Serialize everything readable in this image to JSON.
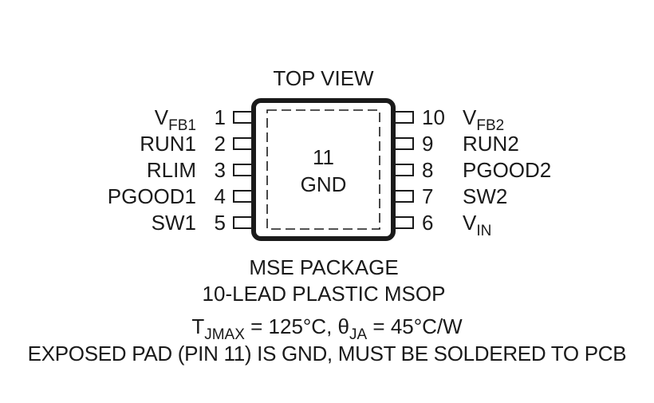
{
  "title": "TOP VIEW",
  "package": {
    "line1": "MSE PACKAGE",
    "line2": "10-LEAD PLASTIC MSOP"
  },
  "pad": {
    "number": "11",
    "name": "GND"
  },
  "left_pins": [
    {
      "num": "1",
      "name": "V",
      "sub": "FB1"
    },
    {
      "num": "2",
      "name": "RUN1",
      "sub": ""
    },
    {
      "num": "3",
      "name": "RLIM",
      "sub": ""
    },
    {
      "num": "4",
      "name": "PGOOD1",
      "sub": ""
    },
    {
      "num": "5",
      "name": "SW1",
      "sub": ""
    }
  ],
  "right_pins": [
    {
      "num": "10",
      "name": "V",
      "sub": "FB2"
    },
    {
      "num": "9",
      "name": "RUN2",
      "sub": ""
    },
    {
      "num": "8",
      "name": "PGOOD2",
      "sub": ""
    },
    {
      "num": "7",
      "name": "SW2",
      "sub": ""
    },
    {
      "num": "6",
      "name": "V",
      "sub": "IN"
    }
  ],
  "thermal": {
    "t": "T",
    "t_sub": "JMAX",
    "t_val": " = 125°C, ",
    "theta": "θ",
    "theta_sub": "JA",
    "theta_val": " = 45°C/W"
  },
  "note": "EXPOSED PAD (PIN 11) IS GND, MUST BE SOLDERED TO PCB",
  "colors": {
    "ink": "#1a1a1a",
    "background": "#ffffff"
  }
}
